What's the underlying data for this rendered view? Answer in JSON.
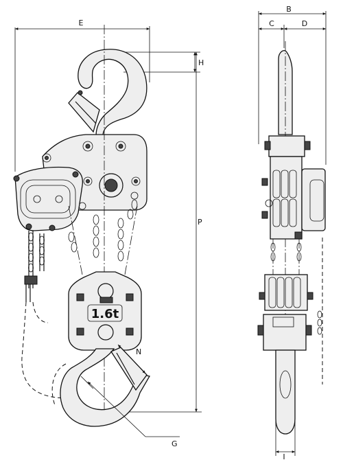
{
  "dimension_labels": {
    "B": "B",
    "C": "C",
    "D": "D",
    "E": "E",
    "G": "G",
    "H": "H",
    "I": "I",
    "N": "N",
    "P": "P"
  },
  "capacity_plate": "1.6t"
}
